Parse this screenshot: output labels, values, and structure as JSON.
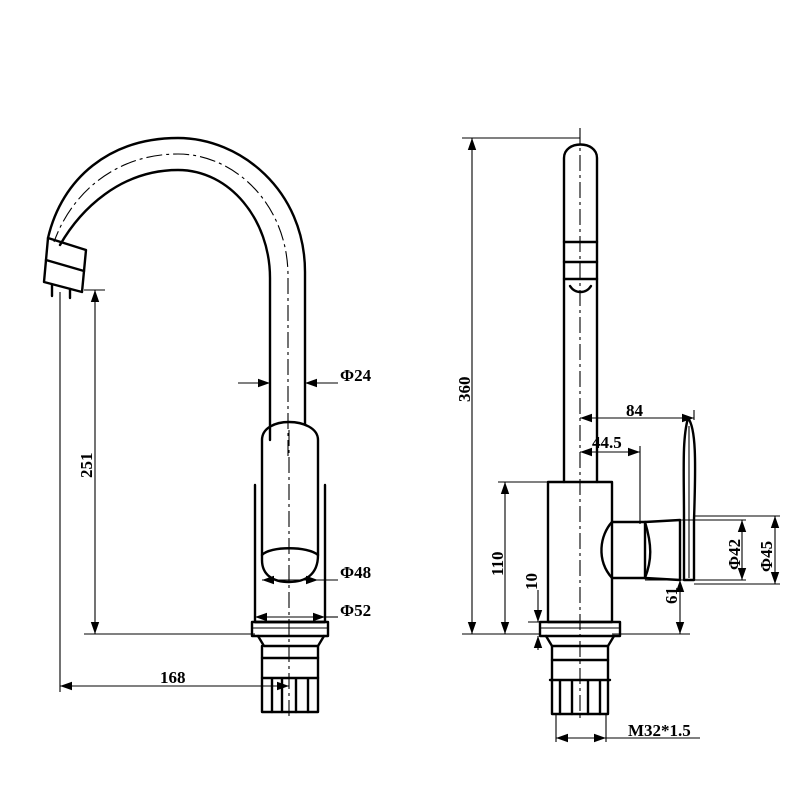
{
  "drawing": {
    "front_view": {
      "spout_diameter": "Φ24",
      "height_to_outlet": "251",
      "body_diameter": "Φ48",
      "base_diameter": "Φ52",
      "reach": "168"
    },
    "side_view": {
      "total_height": "360",
      "handle_reach": "84",
      "handle_offset": "44.5",
      "body_height": "110",
      "base_ring_height": "10",
      "handle_hub_height": "61",
      "handle_hub_diameter": "Φ42",
      "handle_diameter": "Φ45",
      "thread": "M32*1.5"
    }
  }
}
